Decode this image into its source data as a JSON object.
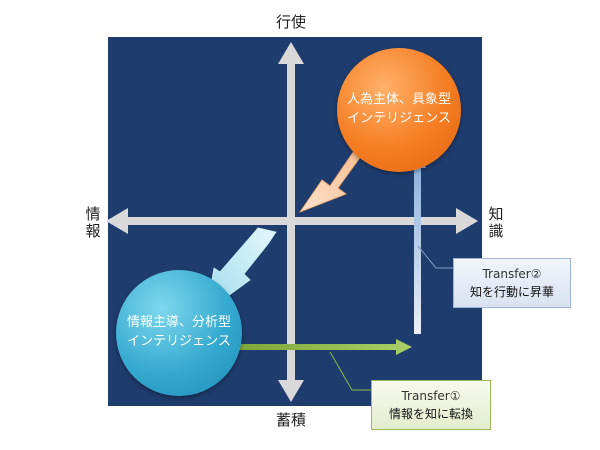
{
  "axes": {
    "top": "行使",
    "bottom": "蓄積",
    "left": "情報",
    "right": "知識"
  },
  "quadrants": {
    "top_right": {
      "line1": "人為主体、具象型",
      "line2": "インテリジェンス"
    },
    "bottom_left": {
      "line1": "情報主導、分析型",
      "line2": "インテリジェンス"
    }
  },
  "callouts": {
    "transfer1": {
      "line1": "Transfer①",
      "line2": "情報を知に転換"
    },
    "transfer2": {
      "line1": "Transfer②",
      "line2": "知を行動に昇華"
    }
  },
  "colors": {
    "panel": "#1f3c6e",
    "axis": "#d9d9d9",
    "orange_circle": "#f57d22",
    "blue_circle": "#35a9cf",
    "green_arrow": "#8eb84a",
    "blue_arrow": "#8fb2de",
    "peach_arrow": "#f7c49a",
    "cyan_arrow": "#bfeaf5"
  }
}
